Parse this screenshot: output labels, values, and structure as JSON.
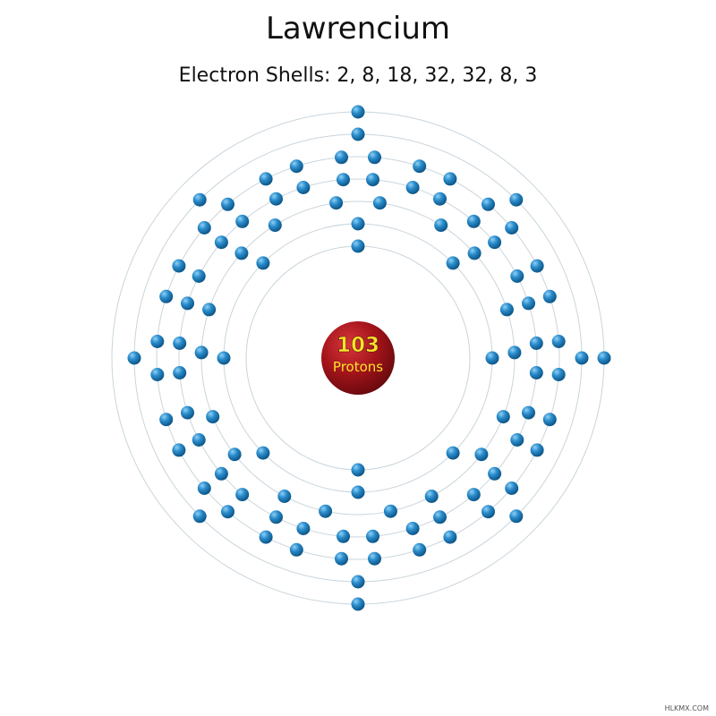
{
  "title": "Lawrencium",
  "shells_label": "Electron Shells: 2, 8, 18, 32, 32, 8, 3",
  "nucleus": {
    "proton_count": "103",
    "proton_label": "Protons"
  },
  "shells": [
    2,
    8,
    18,
    32,
    32,
    8,
    3
  ],
  "colors": {
    "nucleus": "#a3141a",
    "proton_count_text": "#f7e22b",
    "proton_label_text": "#f7e22b",
    "electron": "#1e78b0",
    "orbit": "#c9d5dc"
  },
  "watermark": "HLKMX.COM"
}
